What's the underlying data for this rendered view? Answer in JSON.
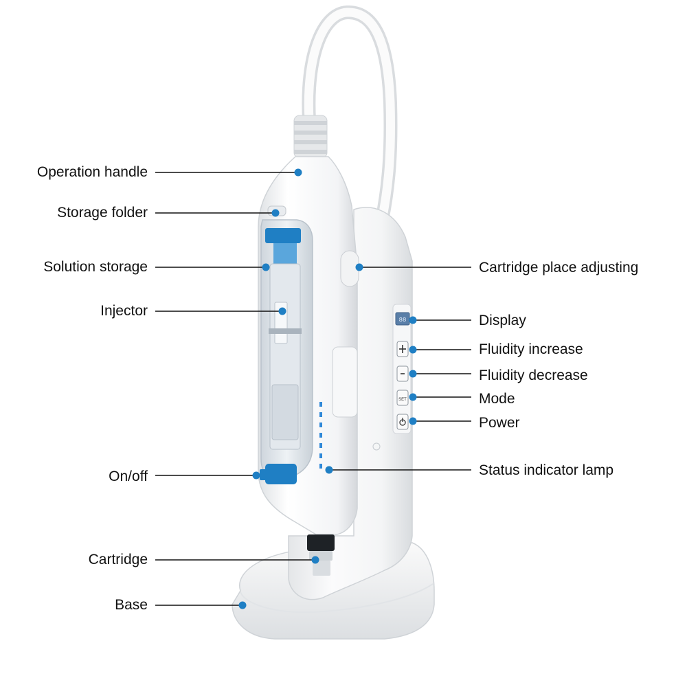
{
  "accent_color": "#1f7fc4",
  "left_labels": [
    {
      "id": "operation-handle",
      "text": "Operation handle"
    },
    {
      "id": "storage-folder",
      "text": "Storage folder"
    },
    {
      "id": "solution-storage",
      "text": "Solution storage"
    },
    {
      "id": "injector",
      "text": "Injector"
    },
    {
      "id": "on-off",
      "text": "On/off"
    },
    {
      "id": "cartridge",
      "text": "Cartridge"
    },
    {
      "id": "base",
      "text": "Base"
    }
  ],
  "right_labels": [
    {
      "id": "cartridge-place-adjusting",
      "text": "Cartridge place adjusting"
    },
    {
      "id": "display",
      "text": "Display"
    },
    {
      "id": "fluidity-increase",
      "text": "Fluidity increase"
    },
    {
      "id": "fluidity-decrease",
      "text": "Fluidity decrease"
    },
    {
      "id": "mode",
      "text": "Mode"
    },
    {
      "id": "power",
      "text": "Power"
    },
    {
      "id": "status-indicator-lamp",
      "text": "Status indicator lamp"
    }
  ],
  "device": {
    "display_text": "88",
    "mode_text": "SET"
  }
}
